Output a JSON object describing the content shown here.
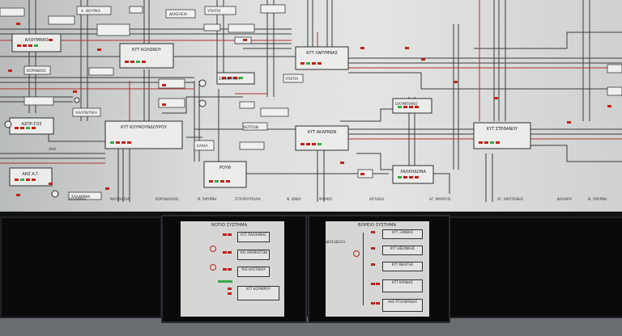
{
  "wall": {
    "labels": {
      "kyt_kolonou": "ΚΥΤ ΚΟΛΩΝΟΥ",
      "kyt_larymnas": "ΚΥΤ ΛΑΡΥΜΝΑΣ",
      "kyt_koumoundourou": "ΚΥΤ ΚΟΥΜΟΥΝΔΟΥΡΟΥ",
      "kyt_akarnon": "ΚΥΤ ΑΚΑΡΝΩΝ",
      "kyt_stefanou": "ΚΥΤ ΣΤΕΦΑΝΟΥ",
      "roufi": "ΡΟΥΦ",
      "chalkidona": "ΧΑΛΚΗΔΟΝΑ",
      "aloumil": "ΑΛΟΥΜΙΝΙΟ",
      "aspropyrgos": "ΑΣΠΡ-ΓΟΣ",
      "agios_st": "ΑΗΣ Α.Γ.",
      "schimatari": "ΣΧΗΜΑΤΑΡΙ",
      "olympiakos": "ΟΛΥΜΠΙΑΚΟ",
      "elaiona": "ΕΛΑΙΑ",
      "salamina": "ΣΑΛΑΜΙΝΑ",
      "vouzolika": "Α. ΒΟΥΡΚΑ",
      "dekeleia": "ΔΕΚΕΛΕΙΑ",
      "ypatia": "ΥΠΑΤΙΑ",
      "korinthos": "ΚΟΡΙΝΘΟΣ",
      "chalyvourgiki": "ΧΑΛΥΒ/ΓΙΚΗ",
      "chalkida": "ΧΑΛ",
      "leption": "ΛΕΠΤΩΝ"
    },
    "bottom_strip": [
      "ΣΑΛΑΜΙΝΑ",
      "ΝΑΥΠΗΓΕΙΑ",
      "ΚΟΡΥΔΑΛΛΟΣ",
      "Ν. ΣΜΥΡΝΗ",
      "ΣΤΑΥΡΟΥΠΟΛΗ",
      "Ν. ΙΩΝΙΑ",
      "ΨΥΧΙΚΟ",
      "ΑΙΓΑΛΕΩ",
      "ΑΓ. ΜΑΡΟΥΣΙ",
      "ΑΓ. ΑΡΙΣΤΕΙΔΗΣ",
      "ΦΑΛΗΡΟ",
      "Ν. ΣΜΥΡΝΗ"
    ]
  },
  "panels": {
    "south": {
      "title": "ΝΟΤΙΟ ΣΥΣΤΗΜΑ",
      "boxes": [
        "ΚΥΤ ΠΑΛΛΗΝΗΣ",
        "ΥΗΣ ΚΡΕΜΑΣΤΩΝ",
        "ΥΗΣ ΚΑΣΤ/ΚΙΟΥ",
        "ΚΥΤ ΚΟΥΜ/ΡΟΥ"
      ]
    },
    "north": {
      "title": "ΒΟΡΕΙΟ ΣΥΣΤΗΜΑ",
      "side_label": "ΔΙΑΣ/ΔΕΣΗ",
      "boxes": [
        "ΚΥΤ ΞΑΝΘΗΣ",
        "ΚΥΤ ΘΕΣ/ΝΙΚΗΣ",
        "ΚΥΤ ΜΕΛΙΤΗΣ",
        "ΚΥΤ ΚΑΡΔΙΑΣ",
        "ΑΗΣ ΠΤΟΛΕΜ/ΔΑΣ"
      ]
    }
  },
  "colors": {
    "wall": "#dcdedd",
    "line_dark": "#3a3b3d",
    "line_red": "#b0322a",
    "led_red": "#c0221c",
    "led_green": "#3aa84a",
    "console": "#0a0a0b"
  }
}
